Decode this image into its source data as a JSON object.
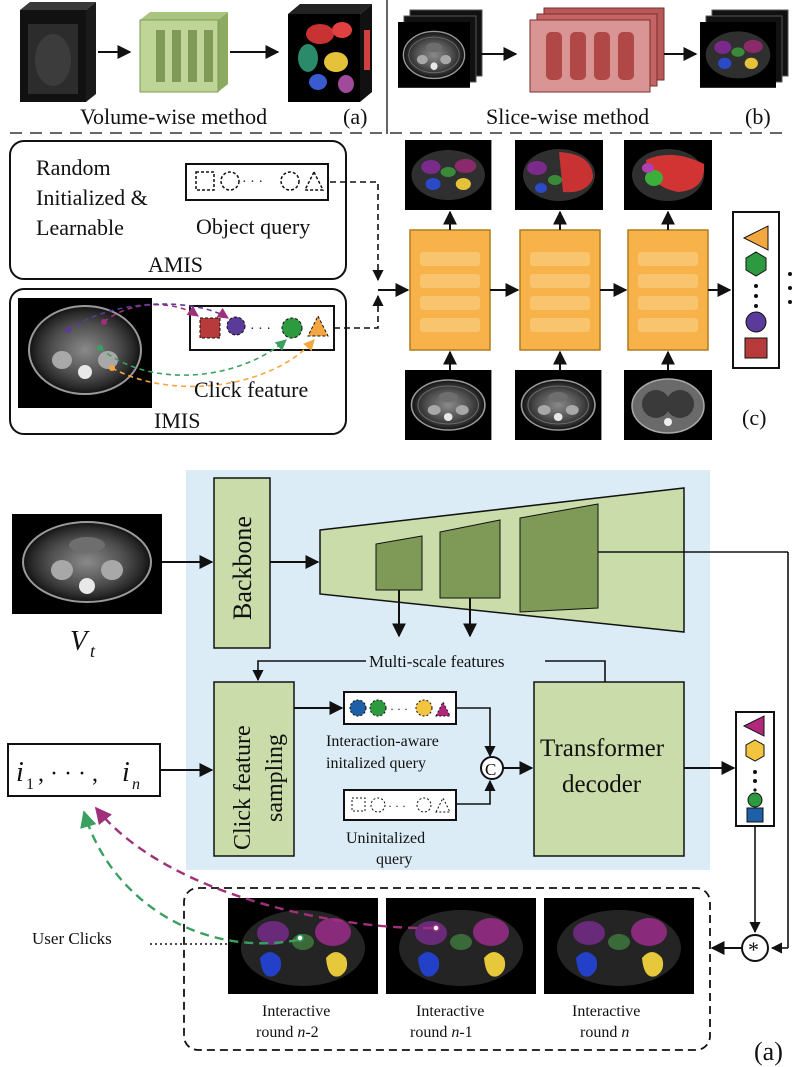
{
  "top": {
    "volume_label": "Volume-wise method",
    "panel_a_tag": "(a)",
    "slice_label": "Slice-wise method",
    "panel_b_tag": "(b)",
    "amis": {
      "line1": "Random",
      "line2": "Initialized &",
      "line3": "Learnable",
      "query_label": "Object query",
      "box_label": "AMIS"
    },
    "imis": {
      "click_label": "Click feature",
      "box_label": "IMIS"
    },
    "panel_c_tag": "(c)"
  },
  "bottom": {
    "volume_symbol": "V",
    "volume_subscript": "t",
    "backbone_label": "Backbone",
    "multiscale_label": "Multi-scale features",
    "click_sampling_line1": "Click feature",
    "click_sampling_line2": "sampling",
    "interaction_query_line1": "Interaction-aware",
    "interaction_query_line2": "initalized query",
    "concat_symbol": "C",
    "uninit_query_line1": "Uninitalized",
    "uninit_query_line2": "query",
    "decoder_line1": "Transformer",
    "decoder_line2": "decoder",
    "clicks_box": {
      "i1": "i",
      "sub1": "1",
      "sep": ", · · · ,",
      "in": "i",
      "subn": "n"
    },
    "user_clicks_label": "User Clicks",
    "multiply_symbol": "*",
    "rounds": [
      {
        "line1": "Interactive",
        "line2_prefix": "round ",
        "line2_italic": "n",
        "line2_suffix": "-2"
      },
      {
        "line1": "Interactive",
        "line2_prefix": "round ",
        "line2_italic": "n",
        "line2_suffix": "-1"
      },
      {
        "line1": "Interactive",
        "line2_prefix": "round ",
        "line2_italic": "n",
        "line2_suffix": ""
      }
    ],
    "panel_tag": "(a)"
  },
  "colors": {
    "green_block": "#c9dcaa",
    "green_dark": "#7f9a56",
    "orange_block": "#f7b24a",
    "red_block": "#c05050",
    "blue_panel": "#dcecf6",
    "query_orange": "#f4a640",
    "query_green": "#2e9a40",
    "query_purple": "#5a3b9a",
    "query_red": "#b83b3b",
    "query_blue": "#1f5fa8",
    "query_magenta": "#b0287a",
    "query_yellow": "#f2c440",
    "click_purple": "#a0307a",
    "click_green": "#3aa060"
  }
}
